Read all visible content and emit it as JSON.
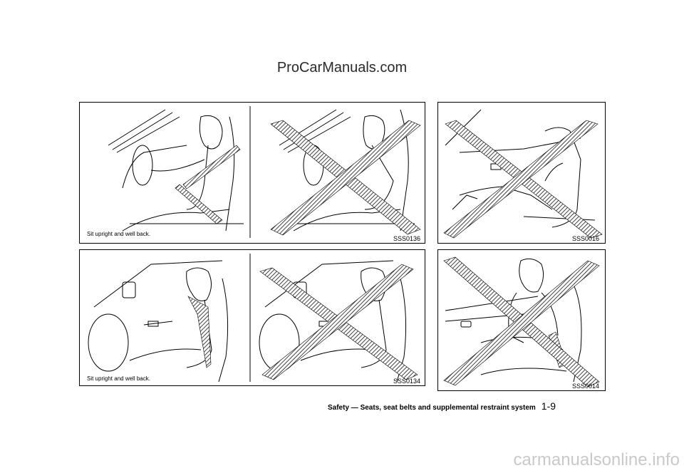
{
  "watermark_top": "ProCarManuals.com",
  "panels": {
    "p1": {
      "caption": "Sit upright and well back.",
      "code": "SSS0136"
    },
    "p2": {
      "code": "SSS0016"
    },
    "p3": {
      "caption": "Sit upright and well back.",
      "code": "SSS0134"
    },
    "p4": {
      "code": "SSS0014"
    }
  },
  "footer": {
    "section": "Safety — Seats, seat belts and supplemental restraint system",
    "page": "1-9"
  },
  "watermark_bottom": "carmanualsonline.info"
}
